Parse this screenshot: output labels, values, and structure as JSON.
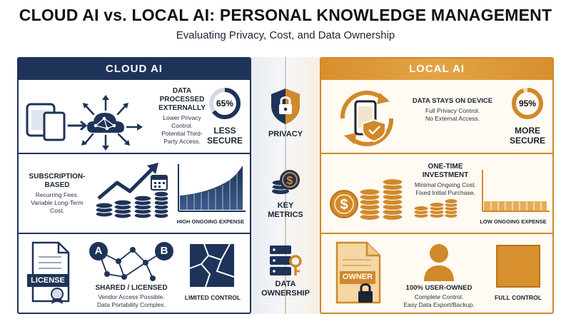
{
  "header": {
    "title": "CLOUD AI vs. LOCAL AI: PERSONAL KNOWLEDGE MANAGEMENT",
    "subtitle": "Evaluating Privacy, Cost, and Data Ownership"
  },
  "colors": {
    "cloud": "#1e3358",
    "local": "#d0892b"
  },
  "cloud": {
    "heading": "CLOUD AI",
    "privacy": {
      "title_lines": [
        "DATA",
        "PROCESSED",
        "EXTERNALLY"
      ],
      "detail_lines": [
        "Lower Privacy",
        "Control.",
        "Potential Third-",
        "Party Access."
      ],
      "gauge": {
        "value": 65,
        "label": "65%"
      },
      "verdict_lines": [
        "LESS",
        "SECURE"
      ]
    },
    "cost": {
      "title_lines": [
        "SUBSCRIPTION-",
        "BASED"
      ],
      "detail_lines": [
        "Recurring Fees.",
        "Variable Long-Term",
        "Cost."
      ],
      "chart_caption": "HIGH ONGOING EXPENSE"
    },
    "ownership": {
      "badge": "LICENSE",
      "node_a": "A",
      "node_b": "B",
      "title": "SHARED / LICENSED",
      "detail_lines": [
        "Vendor Access Possible.",
        "Data Portability Complex."
      ],
      "control": "LIMITED CONTROL"
    }
  },
  "center": {
    "privacy": "PRIVACY",
    "metrics_lines": [
      "KEY",
      "METRICS"
    ],
    "ownership_lines": [
      "DATA",
      "OWNERSHIP"
    ]
  },
  "local": {
    "heading": "LOCAL AI",
    "privacy": {
      "title": "DATA STAYS ON DEVICE",
      "detail_lines": [
        "Full Privacy Control.",
        "No External Access."
      ],
      "gauge": {
        "value": 95,
        "label": "95%"
      },
      "verdict_lines": [
        "MORE",
        "SECURE"
      ]
    },
    "cost": {
      "title_lines": [
        "ONE-TIME",
        "INVESTMENT"
      ],
      "detail_lines": [
        "Minimal Ongoing Cost.",
        "Fixed Initial Purchase."
      ],
      "chart_caption": "LOW ONGOING EXPENSE"
    },
    "ownership": {
      "badge": "OWNER",
      "title": "100% USER-OWNED",
      "detail_lines": [
        "Complete Control.",
        "Easy Data Export/Backup."
      ],
      "control": "FULL CONTROL"
    }
  }
}
